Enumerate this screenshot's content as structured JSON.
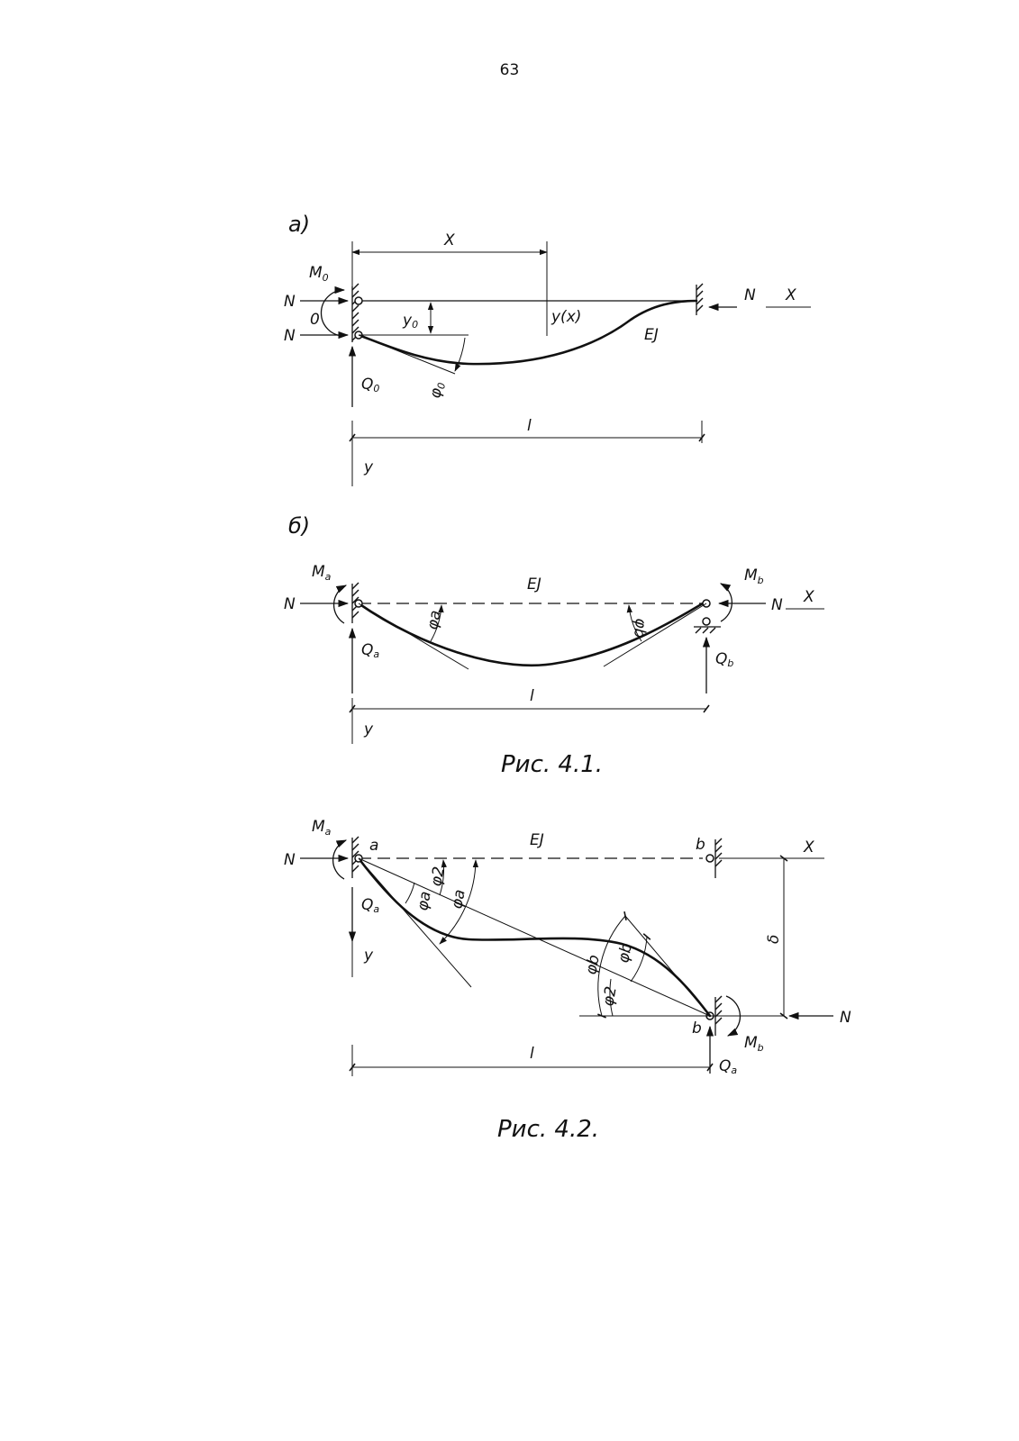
{
  "page_number": "63",
  "figure_4_1": {
    "caption": "Рис. 4.1.",
    "part_a": {
      "label": "а)",
      "force_N": "N",
      "axis_x": "X",
      "axis_y": "y",
      "moment": "M",
      "moment_sub": "0",
      "origin": "0",
      "deflection_y0": "y",
      "deflection_y0_sub": "0",
      "deflection_yx": "y(x)",
      "stiffness": "EJ",
      "dimension_x": "X",
      "rotation": "φ",
      "rotation_sub": "0",
      "shear": "Q",
      "shear_sub": "0",
      "length": "l"
    },
    "part_b": {
      "label": "б)",
      "force_N": "N",
      "axis_x": "X",
      "axis_y": "y",
      "moment_a": "M",
      "moment_a_sub": "a",
      "moment_b": "M",
      "moment_b_sub": "b",
      "stiffness": "EJ",
      "rotation_a": "φa",
      "rotation_b": "φb",
      "shear_a": "Q",
      "shear_a_sub": "a",
      "shear_b": "Q",
      "shear_b_sub": "b",
      "length": "l"
    }
  },
  "figure_4_2": {
    "caption": "Рис. 4.2.",
    "force_N": "N",
    "axis_x": "X",
    "axis_y": "y",
    "moment_a": "M",
    "moment_a_sub": "a",
    "moment_b": "M",
    "moment_b_sub": "b",
    "node_a": "a",
    "node_b": "b",
    "stiffness": "EJ",
    "rotation_a": "φa",
    "rotation_b": "φb",
    "angle_2": "φ2",
    "shear_a": "Q",
    "shear_a_sub": "a",
    "shear_b": "Q",
    "shear_b_sub": "a",
    "displacement": "δ",
    "length": "l"
  }
}
